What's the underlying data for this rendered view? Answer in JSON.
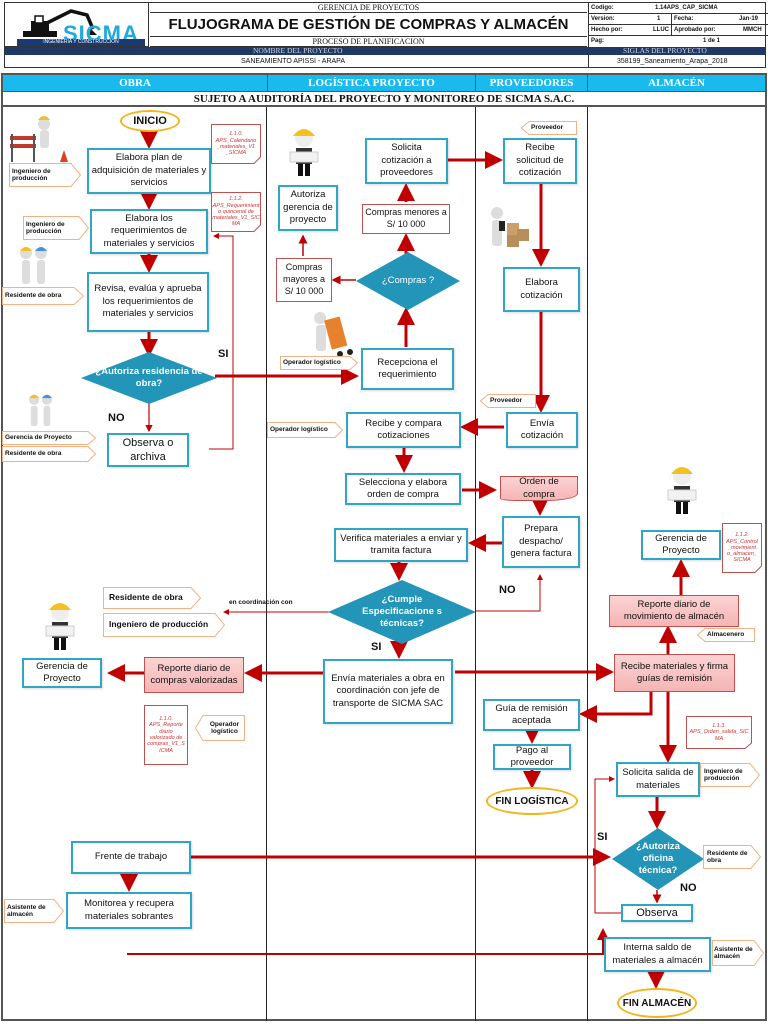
{
  "header": {
    "logo_text": "SICMA",
    "logo_subtitle": "INGENIERIA Y CONSTRUCCION",
    "department": "GERENCIA DE PROYECTOS",
    "title": "FLUJOGRAMA DE GESTIÓN DE COMPRAS Y ALMACÉN",
    "process": "PROCESO DE PLANIFICACION",
    "project_name_label": "NOMBRE DEL PROYECTO",
    "project_name": "SANEAMIENTO APISSI - ARAPA",
    "project_code_label": "SIGLAS DEL PROYECTO",
    "project_code": "358199_Saneamiento_Arapa_2018",
    "meta": {
      "codigo_label": "Codigo:",
      "codigo": "1.14APS_CAP_SICMA",
      "version_label": "Version:",
      "version": "1",
      "fecha_label": "Fecha:",
      "fecha": "Jan-19",
      "hecho_label": "Hecho por:",
      "hecho": "LLUC",
      "aprobado_label": "Aprobado por:",
      "aprobado": "MMCH",
      "pag_label": "Pag:",
      "pag": "1 de 1"
    }
  },
  "lanes": [
    "OBRA",
    "LOGÍSTICA PROYECTO",
    "PROVEEDORES",
    "ALMACÉN"
  ],
  "subtitle": "SUJETO A AUDITORÍA DEL PROYECTO Y MONITOREO DE SICMA S.A.C.",
  "colors": {
    "lane_header": "#1ab9ee",
    "process_border": "#31a5c6",
    "decision_fill": "#2395b8",
    "arrow": "#c00000",
    "terminal_border": "#f2b61c",
    "report_fill": "#f8c4c4",
    "doc_text": "#d03434"
  },
  "obra": {
    "inicio": "INICIO",
    "p1": "Elabora plan de adquisición de materiales y servicios",
    "p2": "Elabora los requerimientos de materiales y  servicios",
    "p3": "Revisa, evalúa y aprueba los requerimientos de materiales y servicios",
    "d1": "¿Autoriza residencia de obra?",
    "d1_yes": "SI",
    "d1_no": "NO",
    "observa": "Observa o archiva",
    "gerencia": "Gerencia de Proyecto",
    "reporte_compras": "Reporte diario de compras valorizadas",
    "frente": "Frente de trabajo",
    "monitorea": "Monitorea y recupera materiales sobrantes",
    "coord_note": "en coordinación con"
  },
  "logistica": {
    "autoriza_gerencia": "Autoriza gerencia de proyecto",
    "solicita_cot": "Solicita cotización a proveedores",
    "menores": "Compras menores a S/ 10 000",
    "mayores": "Compras mayores a S/ 10 000",
    "d_compras": "¿Compras ?",
    "recepciona": "Recepciona el requerimiento",
    "recibe_compara": "Recibe y compara cotizaciones",
    "selecciona": "Selecciona y elabora orden de compra",
    "verifica": "Verifica materiales a enviar y tramita factura",
    "d_cumple": "¿Cumple Especificacione s técnicas?",
    "d_cumple_yes": "SI",
    "d_cumple_no": "NO",
    "envia_materiales": "Envía materiales a obra en coordinación con jefe de transporte de SICMA SAC"
  },
  "proveedores": {
    "recibe_solicitud": "Recibe solicitud de cotización",
    "elabora_cot": "Elabora cotización",
    "envia_cot": "Envía cotización",
    "orden_compra": "Orden de compra",
    "prepara": "Prepara despacho/ genera factura",
    "guia": "Guía de remisión aceptada",
    "pago": "Pago al proveedor",
    "fin_logistica": "FIN LOGÍSTICA"
  },
  "almacen": {
    "gerencia": "Gerencia de Proyecto",
    "reporte_mov": "Reporte diario de movimiento de almacén",
    "recibe_materiales": "Recibe materiales y firma guías de remisión",
    "solicita_salida": "Solicita salida de materiales",
    "d_oficina": "¿Autoriza oficina técnica?",
    "d_oficina_yes": "SI",
    "d_oficina_no": "NO",
    "observa": "Observa",
    "interna": "Interna saldo de materiales a almacén",
    "fin_almacen": "FIN ALMACÉN"
  },
  "roles": {
    "ing_prod": "Ingeniero de producción",
    "residente": "Residente de obra",
    "gerencia": "Gerencia de Proyecto",
    "operador": "Operador logístico",
    "proveedor": "Proveedor",
    "almacenero": "Almacenero",
    "asistente": "Asistente de almacén"
  },
  "documents": {
    "doc_110_cal": "1.1.0. APS_Calendario _materiales_V1 _SICMA",
    "doc_112_req": "1.1.2. APS_Requerimient o quincenal de materiales_V1_SIC MA",
    "doc_112_ctrl": "1.1.2. APS_Control _movimient o_almacen_ SICMA",
    "doc_110_rep": "1.1.0. APS_Reporte diario valorizado de compras_V1_S ICMA",
    "doc_113": "1.1.3. APS_Orden_salida_SIC MA"
  }
}
